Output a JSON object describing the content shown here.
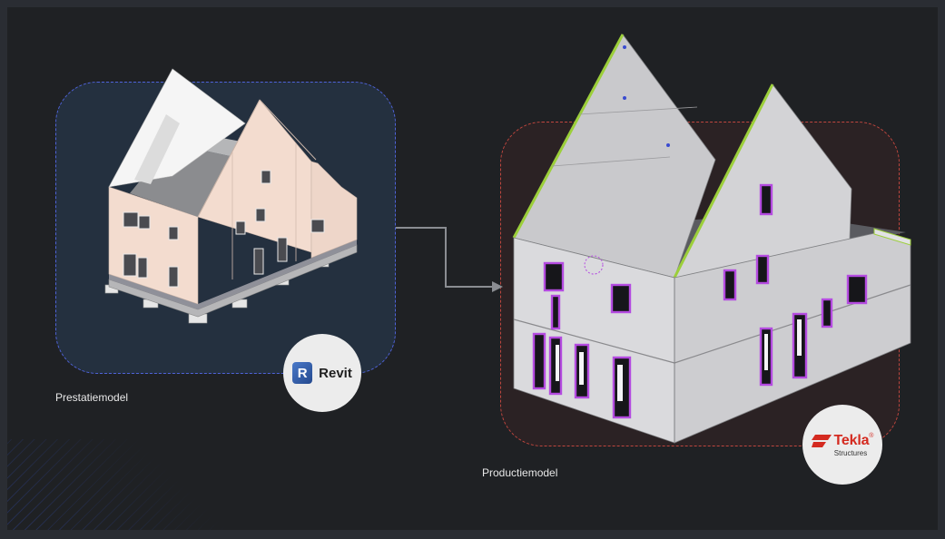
{
  "captions": {
    "left": "Prestatiemodel",
    "right": "Productiemodel"
  },
  "logos": {
    "revit": {
      "badge": "R",
      "name": "Revit"
    },
    "tekla": {
      "name": "Tekla",
      "sub": "Structures",
      "mark": "®"
    }
  },
  "colors": {
    "background": "#1f2124",
    "left_panel": "#24303f",
    "left_border": "#4f62d9",
    "right_panel": "#2b2224",
    "right_border": "#c0463e",
    "arrow": "#8a8d92",
    "tekla_red": "#d42a20"
  },
  "icons": [
    "arrow-right-icon",
    "revit-logo-icon",
    "tekla-logo-icon"
  ]
}
